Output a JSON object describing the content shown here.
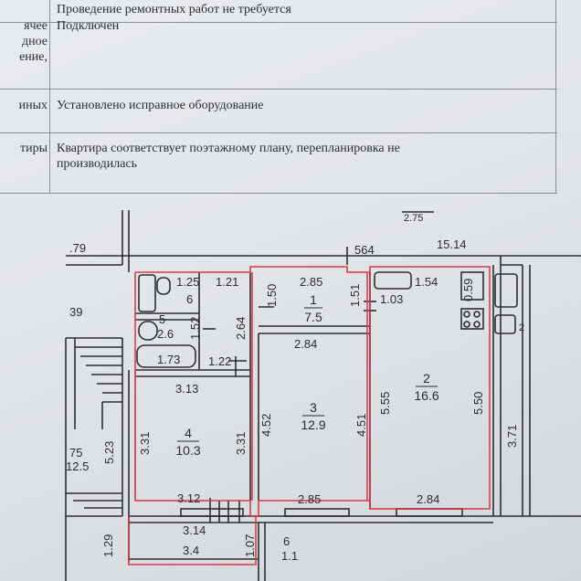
{
  "table": {
    "rows": [
      {
        "left": "",
        "right": "Проведение ремонтных работ не требуется"
      },
      {
        "left": "ячее\nдное\nение,",
        "right": "Подключен"
      },
      {
        "left": "иных",
        "right": "Установлено исправное оборудование"
      },
      {
        "left": "тиры",
        "right": "Квартира соответствует поэтажному плану, перепланировка не\nпроизводилась"
      }
    ]
  },
  "plan": {
    "top_right_fragment": "2.75",
    "labels": {
      "l_79": ".79",
      "l_39": "39",
      "l_564": "564",
      "l_1514": "15.14",
      "l_125": "1.25",
      "l_121": "1.21",
      "l_285a": "2.85",
      "l_154": "1.54",
      "l_059": "0.59",
      "l_6": "6",
      "l_150": "1.50",
      "l_151": "1.51",
      "l_103": "1.03",
      "l_5": "5",
      "l_26": "2.6",
      "l_152": "1.52",
      "l_264": "2.64",
      "l_284a": "2.84",
      "l_173": "1.73",
      "l_122": "1.22",
      "l_313": "3.13",
      "l_452": "4.52",
      "l_451": "4.51",
      "l_555": "5.55",
      "l_550": "5.50",
      "l_331a": "3.31",
      "l_331b": "3.31",
      "l_371": "3.71",
      "l_523": "5.23",
      "l_75": "75",
      "l_125b": "12.5",
      "l_312": "3.12",
      "l_285b": "2.85",
      "l_284b": "2.84",
      "l_314": "3.14",
      "l_34": "3.4",
      "l_107": "1.07",
      "l_129": "1.29",
      "l_6b": "6",
      "l_11": "1.1",
      "l_2b": "2"
    },
    "rooms": [
      {
        "num": "1",
        "area": "7.5"
      },
      {
        "num": "2",
        "area": "16.6"
      },
      {
        "num": "3",
        "area": "12.9"
      },
      {
        "num": "4",
        "area": "10.3"
      }
    ]
  }
}
